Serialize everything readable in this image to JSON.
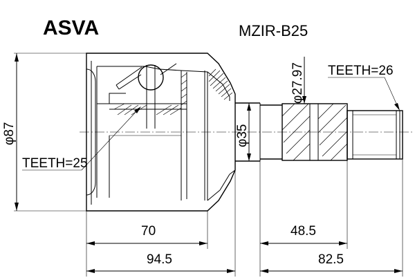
{
  "header": {
    "brand": "ASVA",
    "part_number": "MZIR-B25"
  },
  "dimensions": {
    "outer_diameter": "φ87",
    "shaft_diameter": "φ35",
    "spline_diameter": "φ27.97",
    "inner_teeth": "TEETH=25",
    "outer_teeth": "TEETH=26",
    "housing_length": "70",
    "total_left_length": "94.5",
    "spline_length": "48.5",
    "shaft_length": "82.5"
  }
}
